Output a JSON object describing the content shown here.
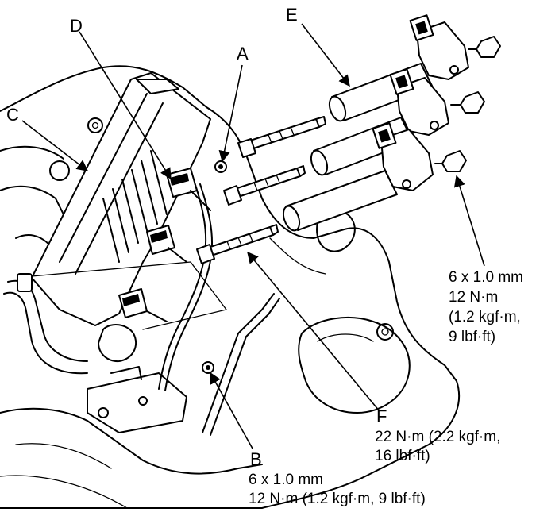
{
  "callouts": {
    "a": {
      "letter": "A"
    },
    "b": {
      "letter": "B",
      "spec_line1": "6 x 1.0 mm",
      "spec_line2": "12 N·m (1.2 kgf·m, 9 lbf·ft)"
    },
    "c": {
      "letter": "C"
    },
    "d": {
      "letter": "D"
    },
    "e": {
      "letter": "E"
    },
    "f": {
      "letter": "F",
      "spec_line1": "22 N·m (2.2 kgf·m,",
      "spec_line2": "16 lbf·ft)"
    },
    "coil_bolt": {
      "spec_line1": "6 x 1.0 mm",
      "spec_line2": "12 N·m",
      "spec_line3": "(1.2 kgf·m,",
      "spec_line4": "9 lbf·ft)"
    }
  }
}
